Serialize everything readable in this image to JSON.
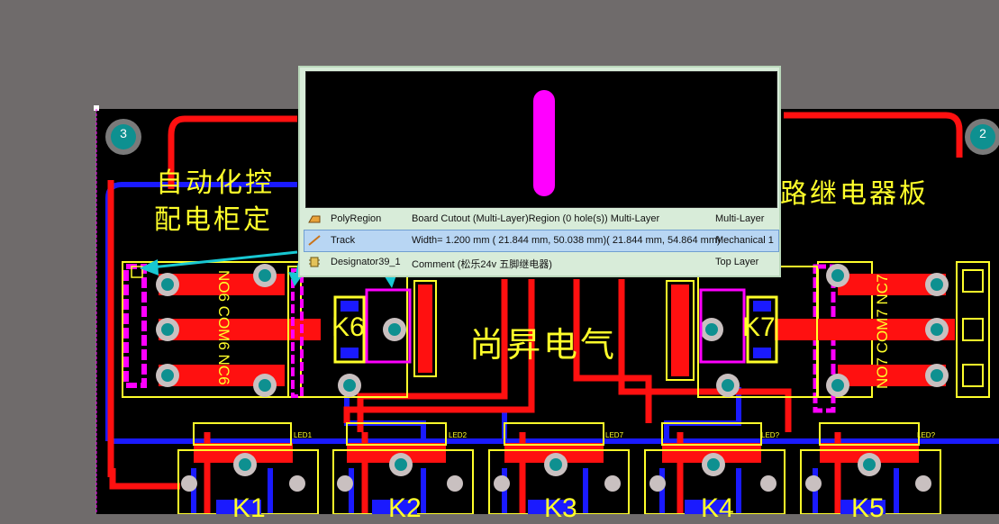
{
  "board": {
    "background_color": "#6f6b6b",
    "board_color": "#000000",
    "track_red": "#ff1010",
    "track_blue": "#1a1aff",
    "silk_yellow": "#ffff2a",
    "pad_magenta": "#ff00ff",
    "hole_teal": "#0f8c8c",
    "hole_labels": [
      "3",
      "2"
    ],
    "silkscreen_text": {
      "line1_left": "自动化控",
      "line2_left": "配电柜定",
      "line1_right": "路继电器板",
      "center_title": "尚昇电气"
    },
    "relay_labels": [
      "K6",
      "K7",
      "K1",
      "K2",
      "K3",
      "K4",
      "K5"
    ],
    "connector_labels": [
      "NO6 COM6 NC6",
      "NO7 COM7 NC7"
    ],
    "led_labels": [
      "LED1",
      "LED2",
      "LED7",
      "LED?",
      "LED?"
    ]
  },
  "popup": {
    "preview_shape": "track-preview",
    "rows": [
      {
        "icon": "polyregion-icon",
        "name": "PolyRegion",
        "detail": "Board Cutout (Multi-Layer)Region (0 hole(s)) Multi-Layer",
        "layer": "Multi-Layer",
        "selected": false
      },
      {
        "icon": "track-icon",
        "name": "Track",
        "detail": "Width=  1.200 mm ( 21.844 mm, 50.038 mm)( 21.844 mm, 54.864 mm)",
        "layer": "Mechanical 1",
        "selected": true
      },
      {
        "icon": "component-icon",
        "name": "Designator39_1",
        "detail": "Comment (松乐24v 五脚继电器)",
        "layer": "Top Layer",
        "selected": false
      }
    ]
  }
}
